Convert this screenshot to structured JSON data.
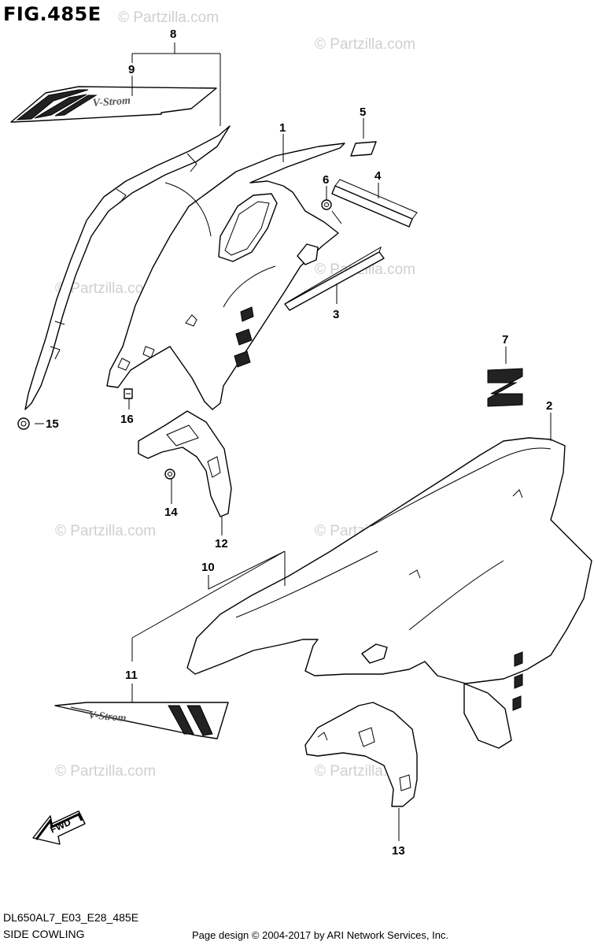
{
  "figure": {
    "title": "FIG.485E"
  },
  "footer": {
    "model_code": "DL650AL7_E03_E28_485E",
    "section_name": "SIDE COWLING",
    "page_design": "Page design © 2004-2017 by ARI Network Services, Inc."
  },
  "watermark": {
    "text": "© Partzilla.com",
    "inline_text": "Partzilla.com"
  },
  "decal_text": "V-Strom",
  "fwd_label": "FWD",
  "callouts": [
    "1",
    "2",
    "3",
    "4",
    "5",
    "6",
    "7",
    "8",
    "9",
    "10",
    "11",
    "12",
    "13",
    "14",
    "15",
    "16"
  ]
}
